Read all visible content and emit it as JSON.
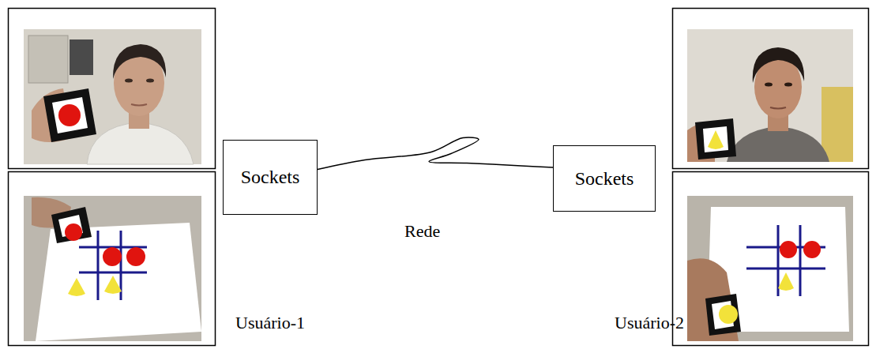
{
  "diagram": {
    "nodes": [
      {
        "text": [
          "Sockets"
        ]
      },
      {
        "text": [
          "Sockets"
        ]
      }
    ],
    "edges": [
      {
        "from": 0,
        "to": 1,
        "arrow": "none"
      }
    ],
    "labels": [
      "Rede",
      "Usuário-1",
      "Usuário-2"
    ]
  }
}
